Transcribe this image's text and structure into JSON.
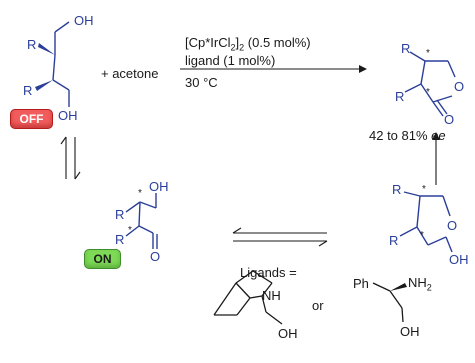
{
  "reagent": "+ acetone",
  "catalyst": "[Cp*IrCl",
  "catalyst_sub1": "2",
  "catalyst_close": "]",
  "catalyst_sub2": "2",
  "catalyst_loading": " (0.5 mol%)",
  "ligand_line": "ligand (1 mol%)",
  "temperature": "30 °C",
  "ee_range": "42 to 81% ",
  "ee_unit": "ee",
  "state_off": "OFF",
  "state_on": "ON",
  "ligands_label": "Ligands =",
  "or_label": "or",
  "atoms": {
    "R": "R",
    "OH": "OH",
    "O": "O",
    "NH": "NH",
    "NH2": "NH",
    "NH2_sub": "2",
    "Ph": "Ph",
    "star": "*"
  },
  "colors": {
    "structure_blue": "#2b3f9a",
    "line_black": "#1a1a1a",
    "off_red": "#f25c5c",
    "on_green": "#7ed957"
  }
}
